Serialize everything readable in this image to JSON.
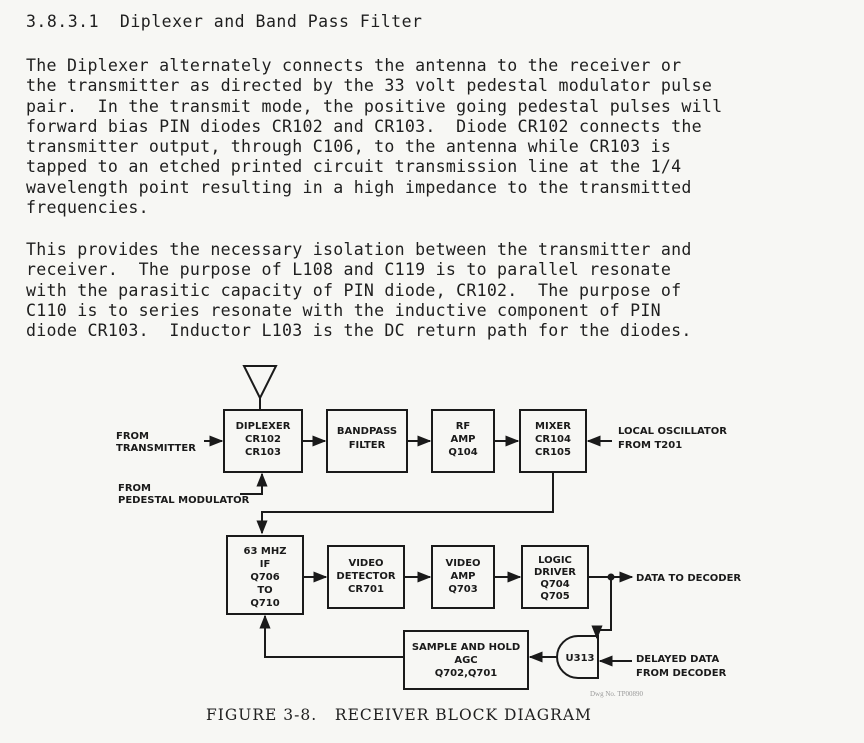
{
  "section": {
    "heading": "3.8.3.1  Diplexer and Band Pass Filter"
  },
  "paragraph1": [
    "The Diplexer alternately connects the antenna to the receiver or",
    "the transmitter as directed by the 33 volt pedestal modulator pulse",
    "pair.  In the transmit mode, the positive going pedestal pulses will",
    "forward bias PIN diodes CR102 and CR103.  Diode CR102 connects the",
    "transmitter output, through C106, to the antenna while CR103 is",
    "tapped to an etched printed circuit transmission line at the 1/4",
    "wavelength point resulting in a high impedance to the transmitted",
    "frequencies."
  ],
  "paragraph2": [
    "This provides the necessary isolation between the transmitter and",
    "receiver.  The purpose of L108 and C119 is to parallel resonate",
    "with the parasitic capacity of PIN diode, CR102.  The purpose of",
    "C110 is to series resonate with the inductive component of PIN",
    "diode CR103.  Inductor L103 is the DC return path for the diodes."
  ],
  "diagram": {
    "blocks": {
      "diplexer": [
        "DIPLEXER",
        "CR102",
        "CR103"
      ],
      "bandpass": [
        "BANDPASS",
        "FILTER"
      ],
      "rf_amp": [
        "RF",
        "AMP",
        "Q104"
      ],
      "mixer": [
        "MIXER",
        "CR104",
        "CR105"
      ],
      "if_amp": [
        "63 MHZ",
        "IF",
        "Q706",
        "TO",
        "Q710"
      ],
      "video_detector": [
        "VIDEO",
        "DETECTOR",
        "CR701"
      ],
      "video_amp": [
        "VIDEO",
        "AMP",
        "Q703"
      ],
      "logic_driver": [
        "LOGIC",
        "DRIVER",
        "Q704",
        "Q705"
      ],
      "sample_hold": [
        "SAMPLE AND HOLD",
        "AGC",
        "Q702,Q701"
      ],
      "gate": "U313"
    },
    "labels": {
      "from_transmitter": [
        "FROM",
        "TRANSMITTER"
      ],
      "from_pedestal": [
        "FROM",
        "PEDESTAL  MODULATOR"
      ],
      "local_osc": [
        "LOCAL OSCILLATOR",
        "FROM  T201"
      ],
      "data_to_decoder": "DATA TO DECODER",
      "delayed_data": [
        "DELAYED DATA",
        "FROM DECODER"
      ]
    },
    "caption": "FIGURE 3-8.   RECEIVER BLOCK DIAGRAM",
    "drawing_number": "Dwg No. TP00890"
  }
}
